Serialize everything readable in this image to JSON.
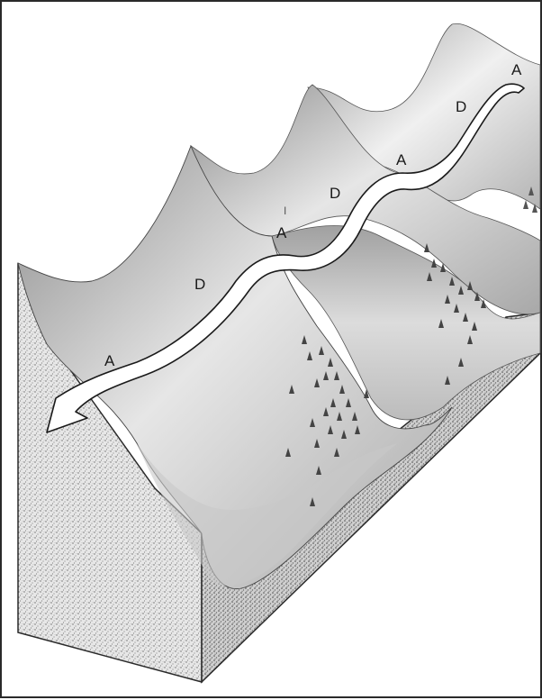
{
  "labels": {
    "a1": "A",
    "d1": "D",
    "a2": "A",
    "d2": "D",
    "a3": "A",
    "d3": "D",
    "a4": "A",
    "tick": "I"
  },
  "colors": {
    "border": "#2a2a2a",
    "speckle_block": "#c9c9c9",
    "ridge_light": "#f4f4f4",
    "ridge_shadow": "#8e8e8e",
    "arrow_fill": "#ffffff",
    "arrow_outline": "#1a1a1a",
    "tree": "#444444"
  }
}
